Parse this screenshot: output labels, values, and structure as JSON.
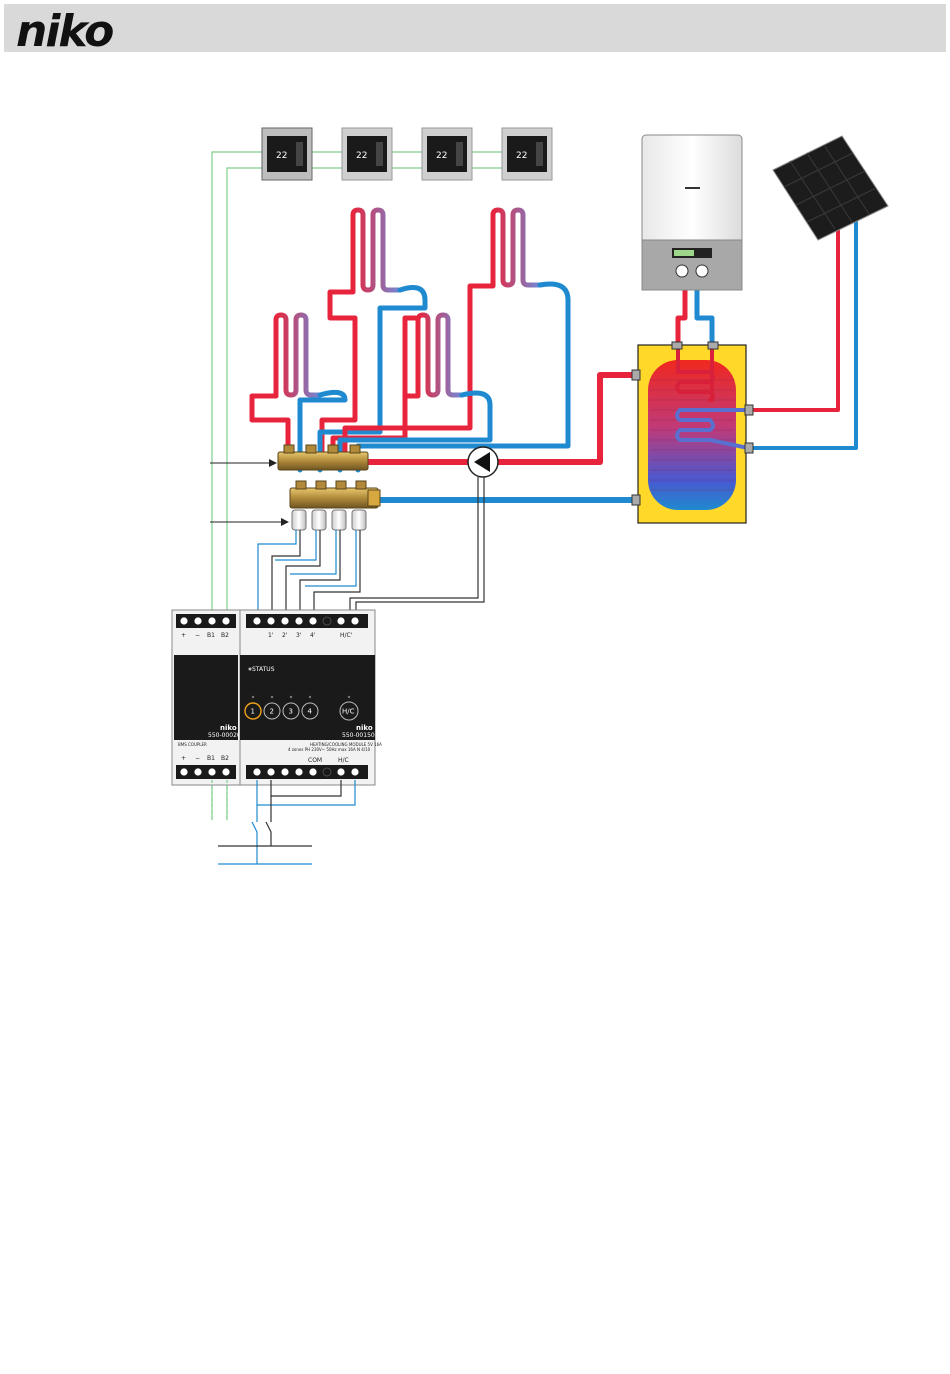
{
  "header": {
    "logo_text": "niko"
  },
  "thermostats": [
    {
      "temp": "22"
    },
    {
      "temp": "22"
    },
    {
      "temp": "22"
    },
    {
      "temp": "22"
    }
  ],
  "coupler_module": {
    "top_terminals": [
      "+",
      "−",
      "B1",
      "B2"
    ],
    "bottom_terminals": [
      "+",
      "−",
      "B1",
      "B2"
    ],
    "brand": "niko",
    "part_number": "550-00020",
    "footer_label": "BMS COUPLER"
  },
  "heating_module": {
    "top_terminals": [
      "1'",
      "2'",
      "3'",
      "4'",
      "H/C'"
    ],
    "status_label": "STATUS",
    "zone_buttons": [
      "1",
      "2",
      "3",
      "4"
    ],
    "hc_button": "H/C",
    "brand": "niko",
    "part_number": "550-00150",
    "footer_label": "HEATING/COOLING MODULE 5V 16A",
    "footer_spec": "4 zones  PH 230V~ 50Hz  max 16A  N 4/10",
    "bottom_labels": [
      "COM",
      "H/C"
    ]
  },
  "colors": {
    "hot": "#e8243c",
    "cold": "#1f8ad0",
    "tank_yellow": "#ffd82a",
    "module_dark": "#1a1a1a",
    "wire_green": "#7fcf8a",
    "active_ring": "#f0a21a"
  }
}
